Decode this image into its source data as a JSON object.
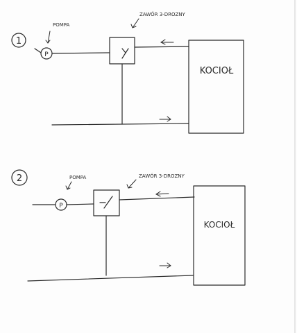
{
  "diagrams": [
    {
      "number": "1",
      "pump_label": "POMPA",
      "pump_symbol": "P",
      "valve_label": "ZAWÓR 3-DROZNY",
      "boiler_label": "KOCIOŁ"
    },
    {
      "number": "2",
      "pump_label": "POMPA",
      "pump_symbol": "P",
      "valve_label": "ZAWÓR 3-DROZNY",
      "boiler_label": "KOCIOŁ"
    }
  ]
}
